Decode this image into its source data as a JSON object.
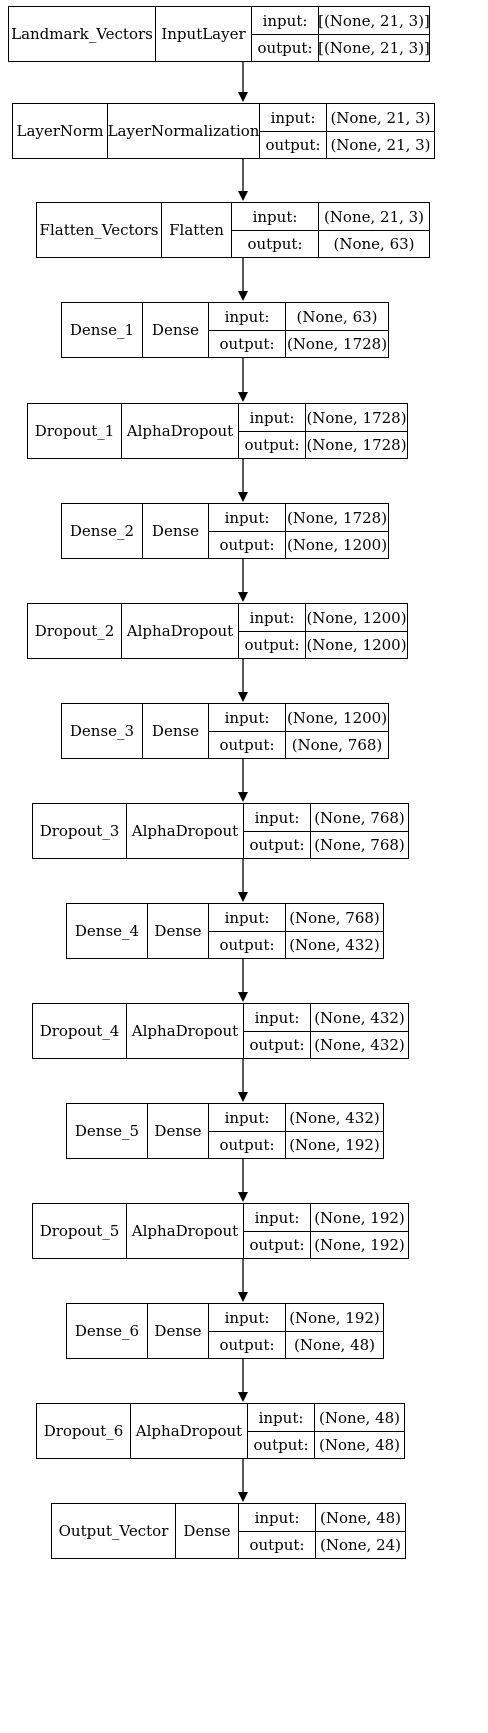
{
  "labels": {
    "input": "input:",
    "output": "output:"
  },
  "layers": [
    {
      "name": "Landmark_Vectors",
      "type": "InputLayer",
      "input": "[(None, 21, 3)]",
      "output": "[(None, 21, 3)]"
    },
    {
      "name": "LayerNorm",
      "type": "LayerNormalization",
      "input": "(None, 21, 3)",
      "output": "(None, 21, 3)"
    },
    {
      "name": "Flatten_Vectors",
      "type": "Flatten",
      "input": "(None, 21, 3)",
      "output": "(None, 63)"
    },
    {
      "name": "Dense_1",
      "type": "Dense",
      "input": "(None, 63)",
      "output": "(None, 1728)"
    },
    {
      "name": "Dropout_1",
      "type": "AlphaDropout",
      "input": "(None, 1728)",
      "output": "(None, 1728)"
    },
    {
      "name": "Dense_2",
      "type": "Dense",
      "input": "(None, 1728)",
      "output": "(None, 1200)"
    },
    {
      "name": "Dropout_2",
      "type": "AlphaDropout",
      "input": "(None, 1200)",
      "output": "(None, 1200)"
    },
    {
      "name": "Dense_3",
      "type": "Dense",
      "input": "(None, 1200)",
      "output": "(None, 768)"
    },
    {
      "name": "Dropout_3",
      "type": "AlphaDropout",
      "input": "(None, 768)",
      "output": "(None, 768)"
    },
    {
      "name": "Dense_4",
      "type": "Dense",
      "input": "(None, 768)",
      "output": "(None, 432)"
    },
    {
      "name": "Dropout_4",
      "type": "AlphaDropout",
      "input": "(None, 432)",
      "output": "(None, 432)"
    },
    {
      "name": "Dense_5",
      "type": "Dense",
      "input": "(None, 432)",
      "output": "(None, 192)"
    },
    {
      "name": "Dropout_5",
      "type": "AlphaDropout",
      "input": "(None, 192)",
      "output": "(None, 192)"
    },
    {
      "name": "Dense_6",
      "type": "Dense",
      "input": "(None, 192)",
      "output": "(None, 48)"
    },
    {
      "name": "Dropout_6",
      "type": "AlphaDropout",
      "input": "(None, 48)",
      "output": "(None, 48)"
    },
    {
      "name": "Output_Vector",
      "type": "Dense",
      "input": "(None, 48)",
      "output": "(None, 24)"
    }
  ]
}
